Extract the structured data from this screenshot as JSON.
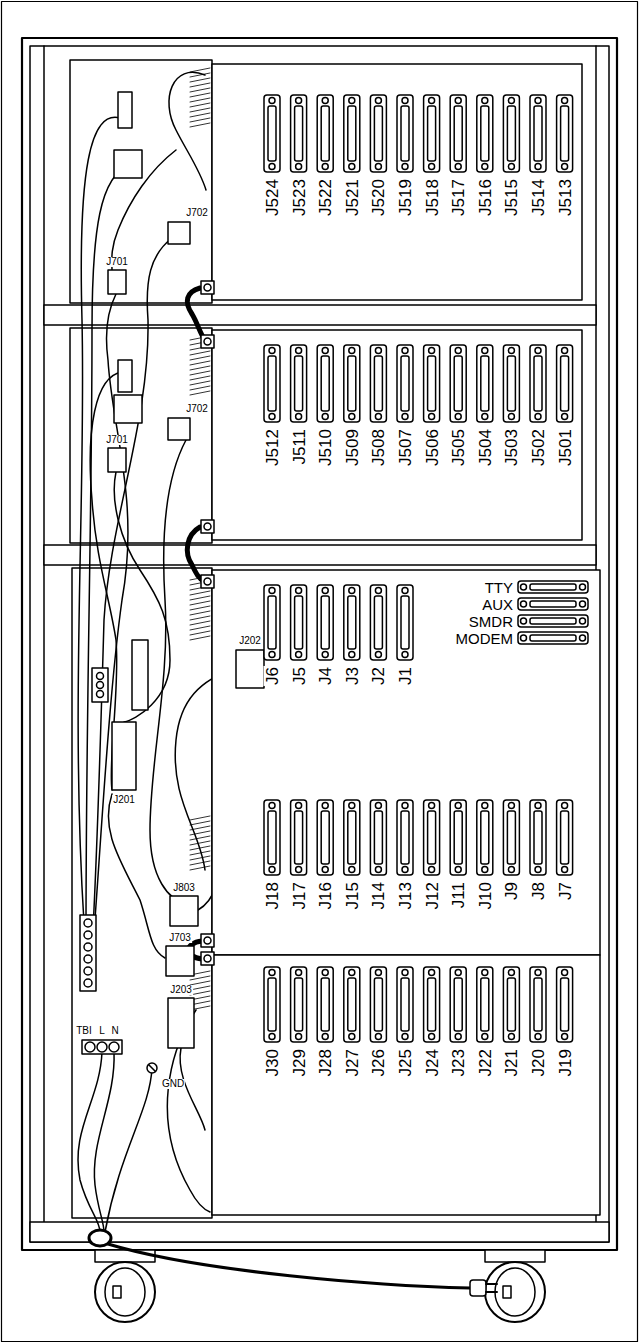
{
  "diagram": {
    "labels": [
      "J524",
      "J523",
      "J522",
      "J521",
      "J520",
      "J519",
      "J518",
      "J517",
      "J516",
      "J515",
      "J514",
      "J513",
      "J702",
      "J701",
      "J512",
      "J511",
      "J510",
      "J509",
      "J508",
      "J507",
      "J506",
      "J505",
      "J504",
      "J503",
      "J502",
      "J501",
      "J702",
      "J701",
      "TTY",
      "AUX",
      "SMDR",
      "MODEM",
      "J6",
      "J5",
      "J4",
      "J3",
      "J2",
      "J1",
      "J202",
      "J201",
      "J18",
      "J17",
      "J16",
      "J15",
      "J14",
      "J13",
      "J12",
      "J11",
      "J10",
      "J9",
      "J8",
      "J7",
      "J803",
      "J703",
      "J203",
      "J30",
      "J29",
      "J28",
      "J27",
      "J26",
      "J25",
      "J24",
      "J23",
      "J22",
      "J21",
      "J20",
      "J19",
      "TBI",
      "L",
      "N",
      "GND"
    ]
  }
}
